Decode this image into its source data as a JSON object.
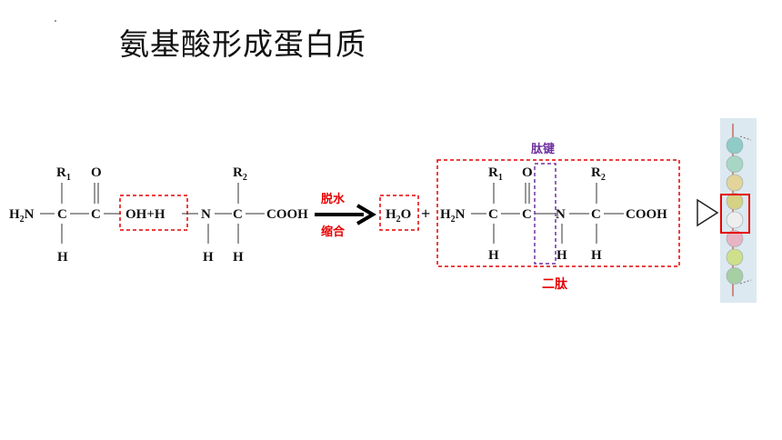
{
  "title": "氨基酸形成蛋白质",
  "aa1": {
    "h2n": "H",
    "h2n_sub": "2",
    "n": "N",
    "r": "R",
    "r_sub": "1",
    "c": "C",
    "o": "O",
    "h": "H"
  },
  "removed": {
    "label": "OH+H"
  },
  "aa2": {
    "n": "N",
    "c": "C",
    "r": "R",
    "r_sub": "2",
    "cooh": "COOH",
    "h": "H"
  },
  "reaction": {
    "top": "脱水",
    "bottom": "缩合"
  },
  "water": {
    "h": "H",
    "sub": "2",
    "o": "O"
  },
  "plus": "+",
  "peptide_bond_label": "肽键",
  "dipeptide_label": "二肽",
  "colors": {
    "highlight": "#e60000",
    "peptide_bond": "#7030a0",
    "bead_panel": "#dce9f0"
  },
  "beads": [
    {
      "color": "#8fcbc7"
    },
    {
      "color": "#a8d6c4"
    },
    {
      "color": "#e2d49a"
    },
    {
      "color": "#d6d284"
    },
    {
      "color": "#eeeeee"
    },
    {
      "color": "#e8b4c4"
    },
    {
      "color": "#cfe08c"
    },
    {
      "color": "#a6cfa4"
    }
  ]
}
